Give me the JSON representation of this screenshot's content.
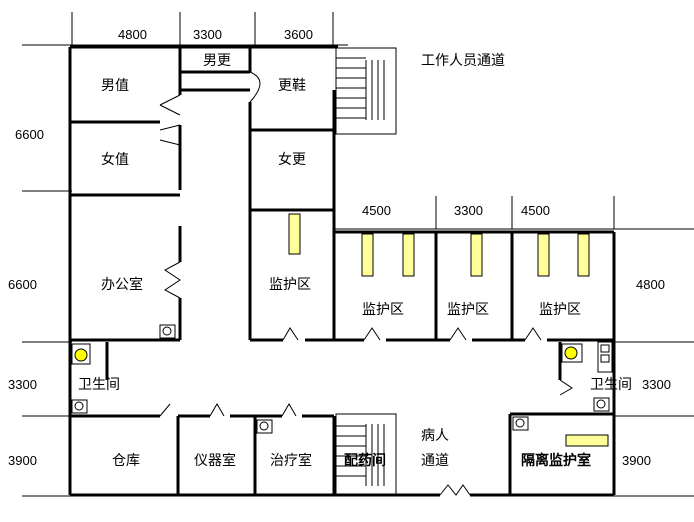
{
  "rooms": {
    "nanzhi": "男值",
    "nangeng": "男更",
    "genxie": "更鞋",
    "nvzhi": "女值",
    "nvgeng": "女更",
    "bangong": "办公室",
    "jianhu_1": "监护区",
    "jianhu_2": "监护区",
    "jianhu_3": "监护区",
    "jianhu_4": "监护区",
    "weisheng_left": "卫生间",
    "weisheng_right": "卫生间",
    "cangku": "仓库",
    "yiqi": "仪器室",
    "zhiliao": "治疗室",
    "peiyao": "配药间",
    "geli": "隔离监护室"
  },
  "corridors": {
    "staff": "工作人员通道",
    "patient_line1": "病人",
    "patient_line2": "通道"
  },
  "dimensions": {
    "top_1": "4800",
    "top_2": "3300",
    "top_3": "3600",
    "mid_1": "4500",
    "mid_2": "3300",
    "mid_3": "4500",
    "left_1": "6600",
    "left_2": "6600",
    "left_3": "3300",
    "left_4": "3900",
    "right_1": "4800",
    "right_2": "3300",
    "right_3": "3900"
  },
  "colors": {
    "fixture_fill": "#ffff99",
    "wall": "#000000"
  }
}
